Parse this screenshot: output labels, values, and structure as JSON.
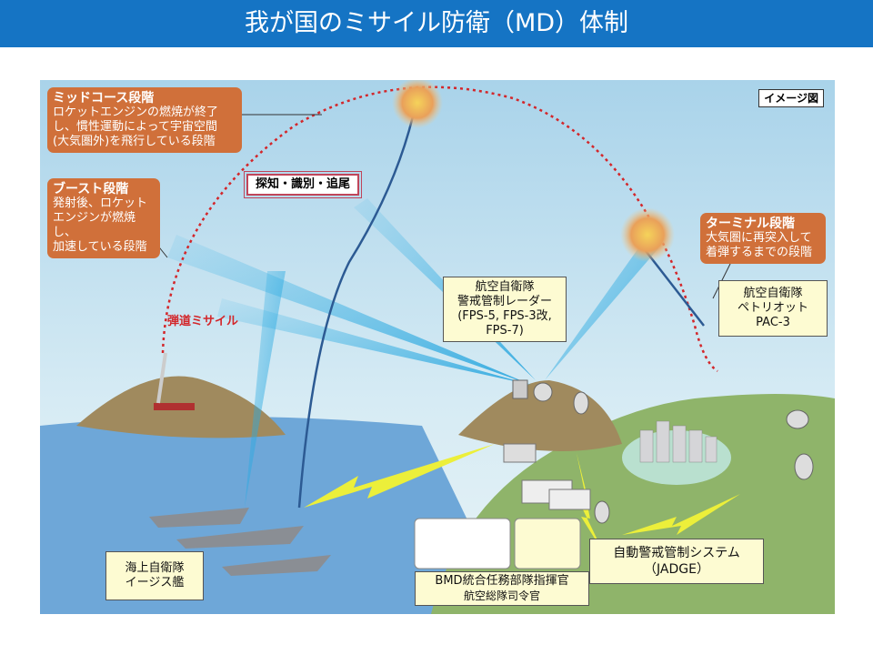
{
  "title": "我が国のミサイル防衛（MD）体制",
  "image_tag": "イメージ図",
  "phases": {
    "midcourse": {
      "heading": "ミッドコース段階",
      "lines": [
        "ロケットエンジンの燃焼が終了",
        "し、慣性運動によって宇宙空間",
        "(大気圏外)を飛行している段階"
      ]
    },
    "boost": {
      "heading": "ブースト段階",
      "lines": [
        "発射後、ロケット",
        "エンジンが燃焼し、",
        "加速している段階"
      ]
    },
    "terminal": {
      "heading": "ターミナル段階",
      "lines": [
        "大気圏に再突入して",
        "着弾するまでの段階"
      ]
    }
  },
  "detect_label": "探知・識別・追尾",
  "missile_label": "弾道ミサイル",
  "units": {
    "radar": [
      "航空自衛隊",
      "警戒管制レーダー",
      "(FPS-5, FPS-3改,",
      "FPS-7)"
    ],
    "patriot": [
      "航空自衛隊",
      "ペトリオット",
      "PAC-3"
    ],
    "aegis": [
      "海上自衛隊",
      "イージス艦"
    ],
    "jadge": [
      "自動警戒管制システム",
      "（JADGE）"
    ],
    "bmd": [
      "BMD統合任務部隊指揮官",
      "航空総隊司令官"
    ]
  },
  "colors": {
    "title_bg": "#1574c4",
    "phase_box": "#d0703a",
    "unit_box": "#fdfbd2",
    "trajectory": "#d3262a"
  }
}
